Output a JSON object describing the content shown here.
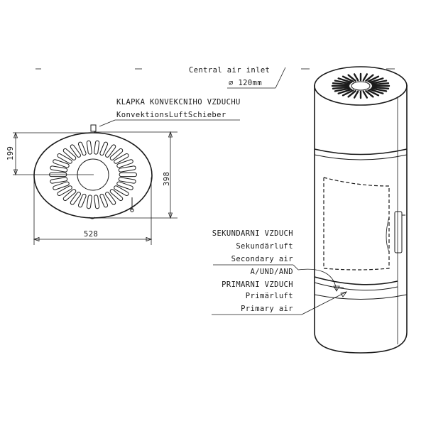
{
  "labels": {
    "central_air_inlet": "Central air inlet",
    "central_air_diameter": "∅ 120mm",
    "klapka": "KLAPKA KONVEKCNIHO VZDUCHU",
    "konvektions": "KonvektionsLuftSchieber",
    "sekundarni": "SEKUNDARNI VZDUCH",
    "sekundarluft": "Sekundärluft",
    "secondary_air": "Secondary air",
    "a_und_and": "A/UND/AND",
    "primarni": "PRIMARNI VZDUCH",
    "primarluft": "Primärluft",
    "primary_air": "Primary air"
  },
  "dimensions": {
    "width": "528",
    "depth": "398",
    "offset": "199"
  }
}
